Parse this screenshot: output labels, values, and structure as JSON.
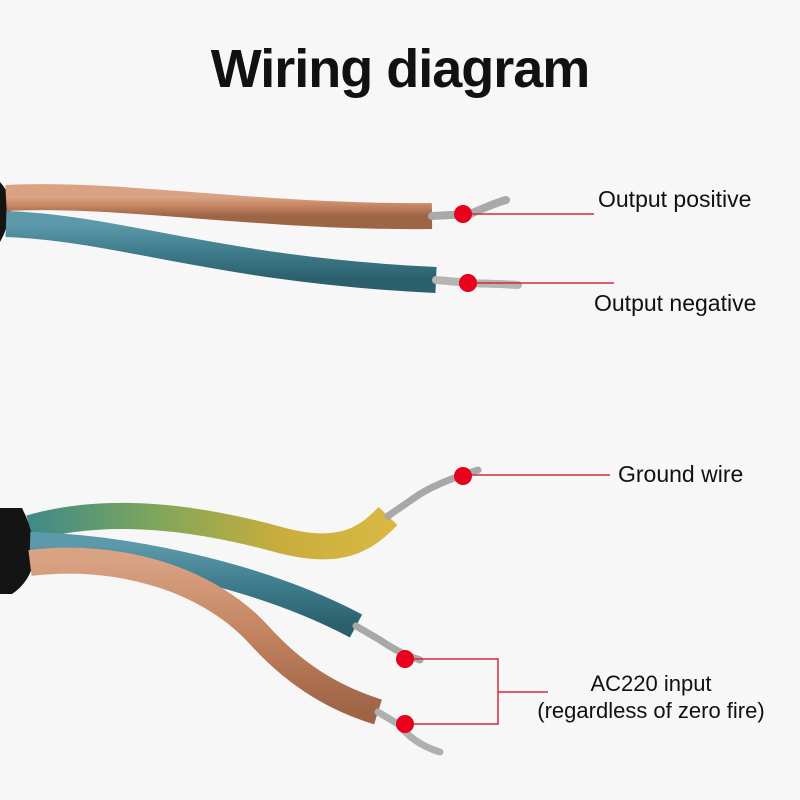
{
  "title": "Wiring diagram",
  "labels": {
    "output_positive": "Output positive",
    "output_negative": "Output negative",
    "ground_wire": "Ground wire",
    "ac_input": "AC220 input",
    "ac_input_note": "(regardless of zero fire)"
  },
  "colors": {
    "brown_wire": "#c88a66",
    "blue_wire": "#3f7f8f",
    "yellow_green_wire": "#b9a340",
    "marker_red": "#e8001c",
    "leader_line": "#d8283a",
    "jacket": "#141414"
  }
}
